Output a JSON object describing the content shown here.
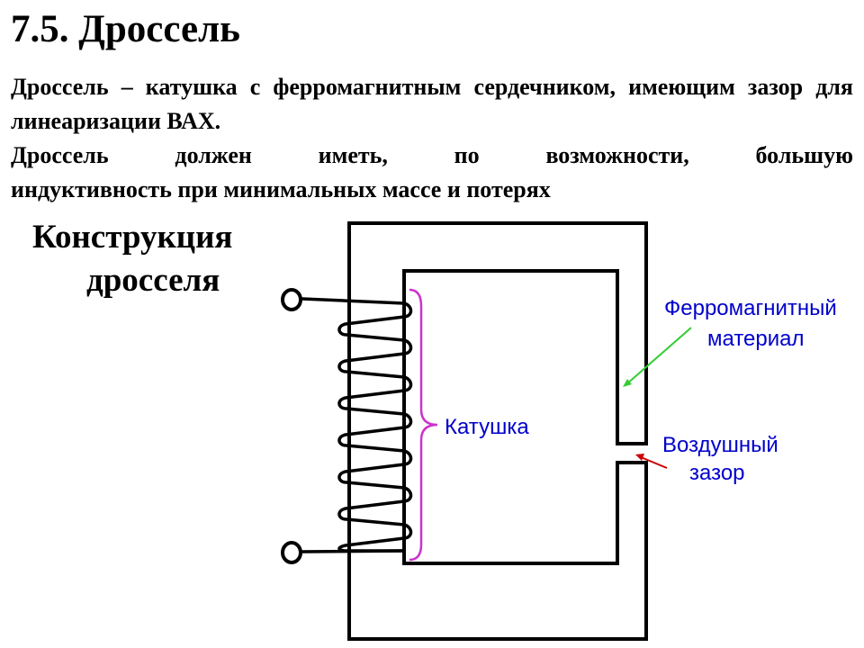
{
  "slide": {
    "title": "7.5. Дроссель",
    "paragraphs": [
      "Дроссель – катушка с ферромагнитным сердечником, имеющим зазор для линеаризации ВАХ.",
      "Дроссель должен иметь, по возможности, большую",
      "индуктивность при минимальных массе и потерях"
    ],
    "subtitle": {
      "line1": "Конструкция",
      "line2": "дросселя"
    }
  },
  "diagram": {
    "coil_label": "Катушка",
    "core_label": {
      "line1": "Ферромагнитный",
      "line2": "материал"
    },
    "gap_label": {
      "line1": "Воздушный",
      "line2": "зазор"
    }
  },
  "colors": {
    "text": "#000000",
    "label": "#0000cc",
    "brace": "#cc33cc",
    "core_arrow": "#33cc33",
    "gap_arrow": "#cc0000"
  }
}
